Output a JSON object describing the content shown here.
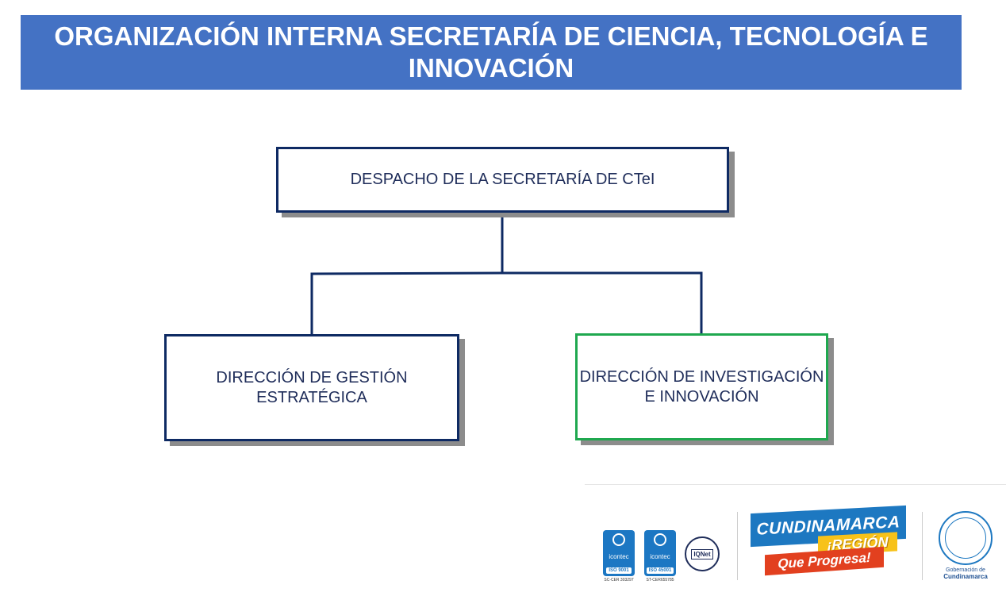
{
  "title": "ORGANIZACIÓN INTERNA SECRETARÍA DE CIENCIA, TECNOLOGÍA E INNOVACIÓN",
  "org_chart": {
    "root": "DESPACHO DE LA SECRETARÍA DE CTeI",
    "children": [
      {
        "label": "DIRECCIÓN DE GESTIÓN ESTRATÉGICA"
      },
      {
        "label": "DIRECCIÓN DE INVESTIGACIÓN E INNOVACIÓN"
      }
    ]
  },
  "colors": {
    "title_banner": "#4472c4",
    "box_border": "#0e2a63",
    "highlight_border": "#1fa84f",
    "box_text": "#1f2d5a"
  },
  "footer": {
    "certifications": [
      {
        "brand": "icontec",
        "standard": "ISO 9001",
        "code": "SC-CER 303297"
      },
      {
        "brand": "icontec",
        "standard": "ISO 45001",
        "code": "ST-CER655785"
      }
    ],
    "iqnet": "IQNet",
    "brand_name": "CUNDINAMARCA",
    "brand_region": "¡REGIÓN",
    "brand_slogan": "Que Progresa!",
    "seal_caption_top": "Gobernación de",
    "seal_caption_bottom": "Cundinamarca"
  }
}
